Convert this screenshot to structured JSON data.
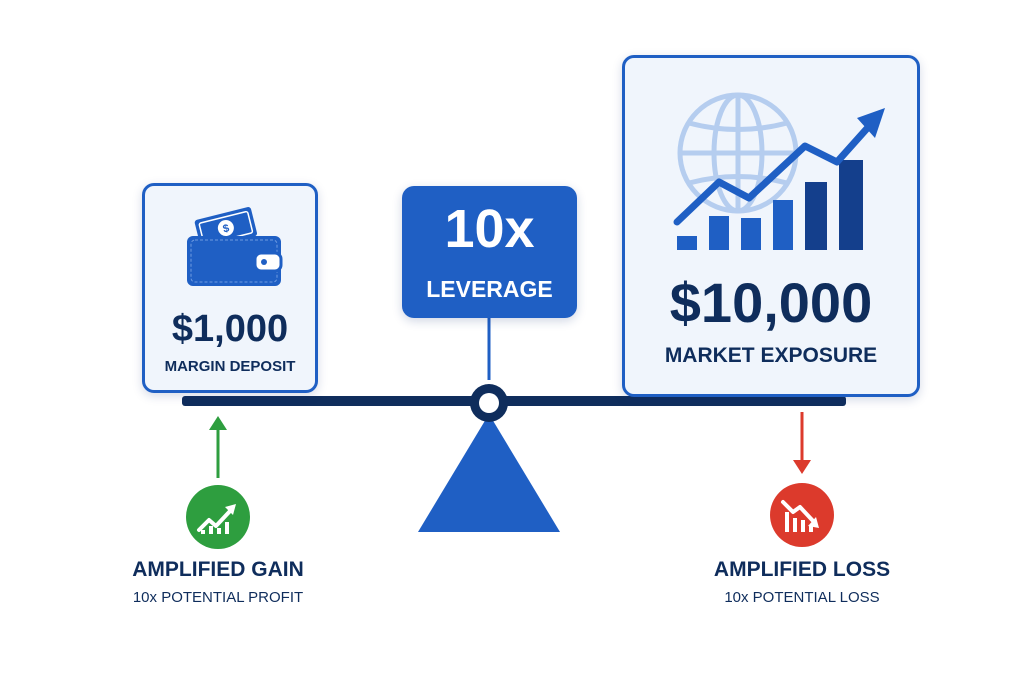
{
  "colors": {
    "primary_blue": "#1f5fc4",
    "navy": "#0f2d5c",
    "card_background": "#f0f5fc",
    "gain_green": "#2e9e3f",
    "loss_red": "#dc3a2c"
  },
  "margin_card": {
    "icon": "wallet-icon",
    "amount": "$1,000",
    "label": "MARGIN DEPOSIT"
  },
  "leverage_box": {
    "multiplier": "10x",
    "label": "LEVERAGE"
  },
  "exposure_card": {
    "icons": [
      "globe-icon",
      "growth-chart-icon"
    ],
    "amount": "$10,000",
    "label": "MARKET EXPOSURE"
  },
  "gain": {
    "icon": "trend-up-icon",
    "title": "AMPLIFIED GAIN",
    "subtitle": "10x POTENTIAL PROFIT"
  },
  "loss": {
    "icon": "trend-down-icon",
    "title": "AMPLIFIED LOSS",
    "subtitle": "10x POTENTIAL LOSS"
  }
}
